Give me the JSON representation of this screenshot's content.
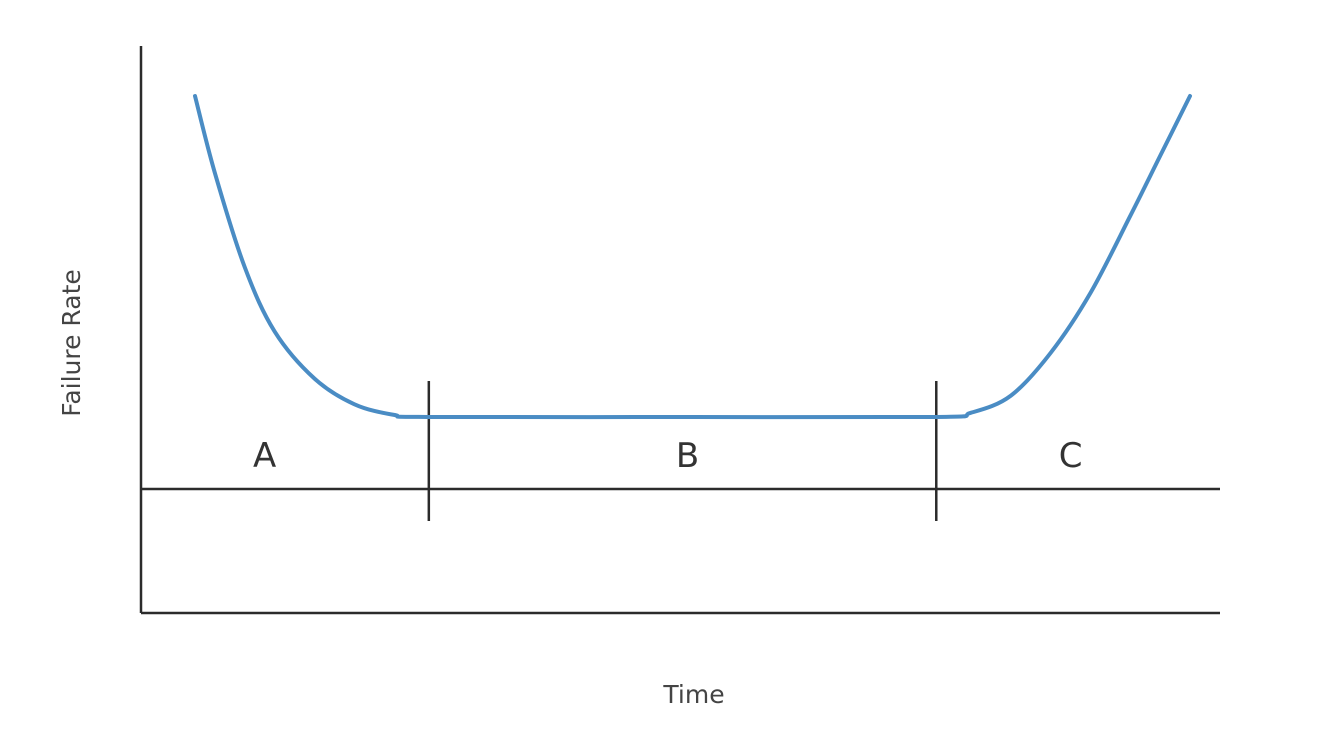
{
  "chart_data": {
    "type": "line",
    "xlabel": "Time",
    "ylabel": "Failure Rate",
    "xlim": [
      0,
      100
    ],
    "ylim": [
      0,
      100
    ],
    "grid": false,
    "legend": "none",
    "colors": {
      "curve": "#4a8cc4",
      "axes": "#2b2b2b",
      "text": "#444444"
    },
    "series": [
      {
        "points": [
          [
            0,
            100
          ],
          [
            2,
            82
          ],
          [
            5,
            60
          ],
          [
            8,
            45
          ],
          [
            12,
            34
          ],
          [
            16,
            28
          ],
          [
            20,
            25.5
          ],
          [
            23.5,
            25
          ],
          [
            50,
            25
          ],
          [
            74.5,
            25
          ],
          [
            78,
            26
          ],
          [
            82,
            30
          ],
          [
            86,
            40
          ],
          [
            90,
            54
          ],
          [
            94,
            72
          ],
          [
            97,
            86
          ],
          [
            100,
            100
          ]
        ]
      }
    ],
    "regions": [
      {
        "label": "A",
        "x_center": 7
      },
      {
        "label": "B",
        "x_center": 49.5
      },
      {
        "label": "C",
        "x_center": 88
      }
    ],
    "dividers": [
      23.5,
      74.5
    ]
  }
}
